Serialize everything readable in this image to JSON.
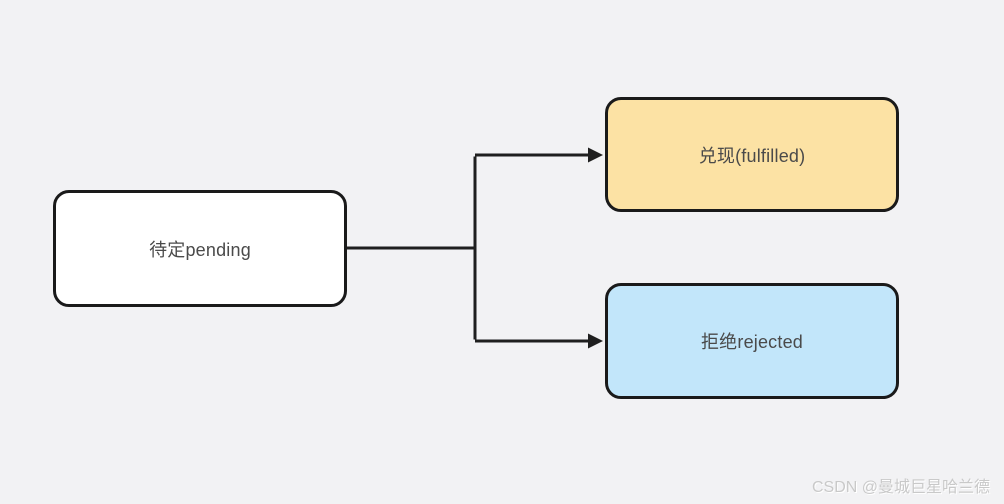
{
  "diagram": {
    "background_color": "#f2f2f4",
    "border_color": "#1a1a1a",
    "text_color": "#4a4a4a",
    "connector_color": "#1f1f1f",
    "nodes": {
      "pending": {
        "label": "待定pending",
        "fill": "#ffffff"
      },
      "fulfilled": {
        "label": "兑现(fulfilled)",
        "fill": "#fce2a4"
      },
      "rejected": {
        "label": "拒绝rejected",
        "fill": "#c2e6fa"
      }
    },
    "edges": [
      {
        "from": "pending",
        "to": "fulfilled"
      },
      {
        "from": "pending",
        "to": "rejected"
      }
    ]
  },
  "watermark": {
    "text": "CSDN @曼城巨星哈兰德",
    "color": "#c9c9c9"
  }
}
